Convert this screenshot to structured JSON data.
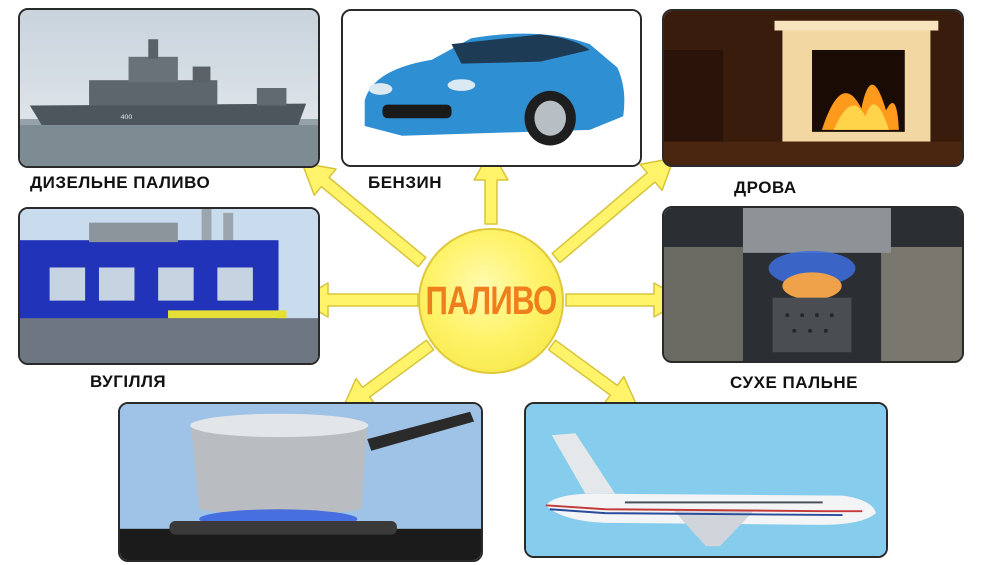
{
  "center": {
    "label": "ПАЛИВО"
  },
  "nodes": {
    "diesel": {
      "label": "ДИЗЕЛЬНЕ ПАЛИВО",
      "icon": "warship-photo"
    },
    "petrol": {
      "label": "БЕНЗИН",
      "icon": "sports-car-photo"
    },
    "firewood": {
      "label": "ДРОВА",
      "icon": "fireplace-photo"
    },
    "coal": {
      "label": "ВУГІЛЛЯ",
      "icon": "power-plant-photo"
    },
    "dry_fuel": {
      "label": "СУХЕ  ПАЛЬНЕ",
      "icon": "dry-fuel-burner-photo"
    },
    "gas": {
      "label": "",
      "icon": "gas-stove-pot-photo"
    },
    "kerosene": {
      "label": "",
      "icon": "airplane-photo"
    }
  },
  "colors": {
    "arrow_fill": "#fff36a",
    "arrow_stroke": "#d8c43a",
    "center_text": "#ee7f1c"
  }
}
